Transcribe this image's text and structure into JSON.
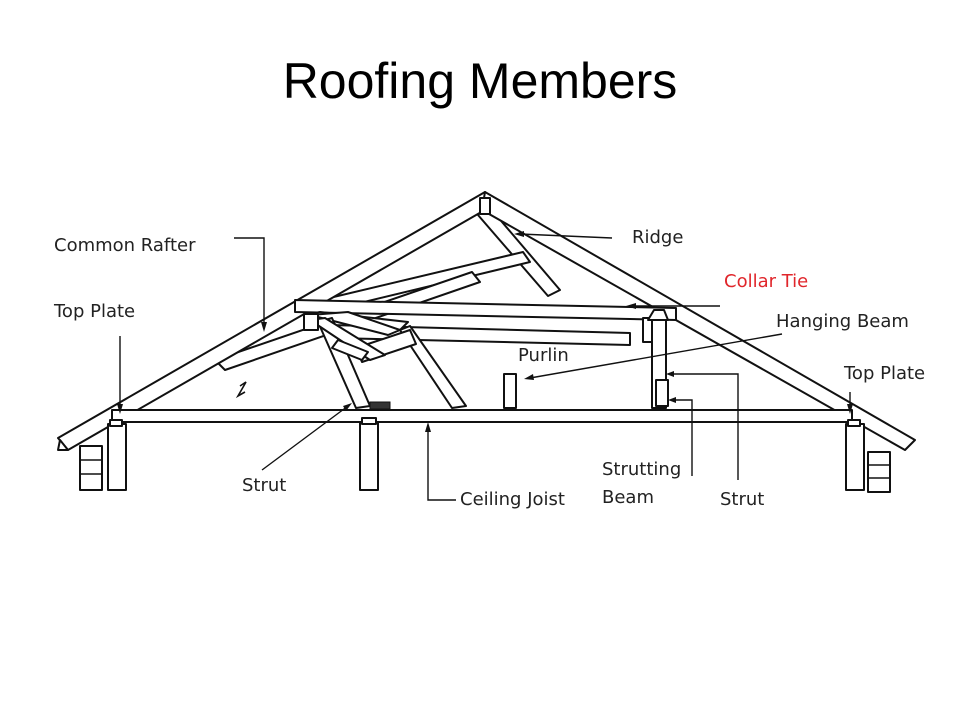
{
  "title": "Roofing Members",
  "labels": {
    "common_rafter": "Common Rafter",
    "top_plate_left": "Top Plate",
    "ridge": "Ridge",
    "collar_tie": "Collar Tie",
    "hanging_beam": "Hanging Beam",
    "purlin": "Purlin",
    "top_plate_right": "Top Plate",
    "strut_left": "Strut",
    "ceiling_joist": "Ceiling Joist",
    "strutting_beam_line1": "Strutting",
    "strutting_beam_line2": "Beam",
    "strut_right": "Strut"
  },
  "colors": {
    "collar_tie_label": "#e0262b",
    "line": "#111111",
    "background": "#ffffff"
  }
}
